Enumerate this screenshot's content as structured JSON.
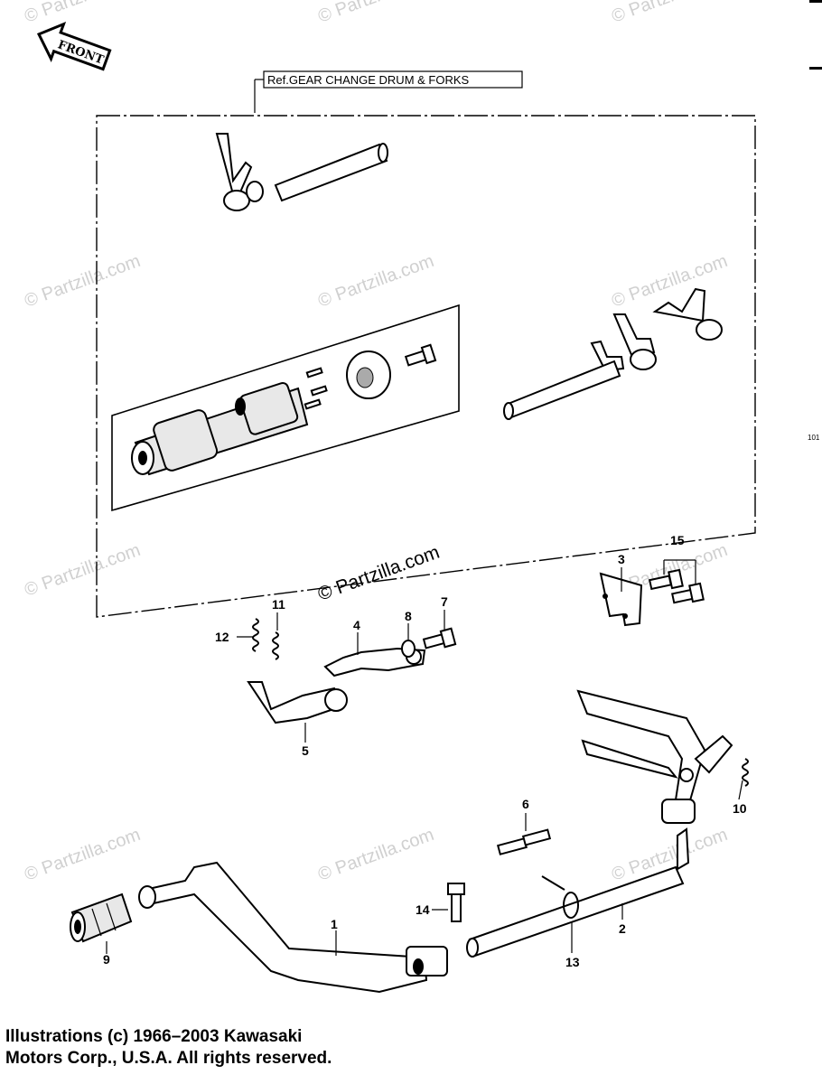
{
  "header": {
    "front_label": "FRONT",
    "ref_label": "Ref.GEAR CHANGE DRUM & FORKS"
  },
  "watermark": {
    "text": "© Partzilla.com",
    "center_text": "© Partzilla.com"
  },
  "side_code": "101",
  "callouts": [
    {
      "id": "1",
      "label": "1"
    },
    {
      "id": "2",
      "label": "2"
    },
    {
      "id": "3",
      "label": "3"
    },
    {
      "id": "4",
      "label": "4"
    },
    {
      "id": "5",
      "label": "5"
    },
    {
      "id": "6",
      "label": "6"
    },
    {
      "id": "7",
      "label": "7"
    },
    {
      "id": "8",
      "label": "8"
    },
    {
      "id": "9",
      "label": "9"
    },
    {
      "id": "10",
      "label": "10"
    },
    {
      "id": "11",
      "label": "11"
    },
    {
      "id": "12",
      "label": "12"
    },
    {
      "id": "13",
      "label": "13"
    },
    {
      "id": "14",
      "label": "14"
    },
    {
      "id": "15",
      "label": "15"
    }
  ],
  "copyright": {
    "line1": "Illustrations (c) 1966–2003 Kawasaki",
    "line2": "Motors Corp., U.S.A.  All rights reserved."
  }
}
